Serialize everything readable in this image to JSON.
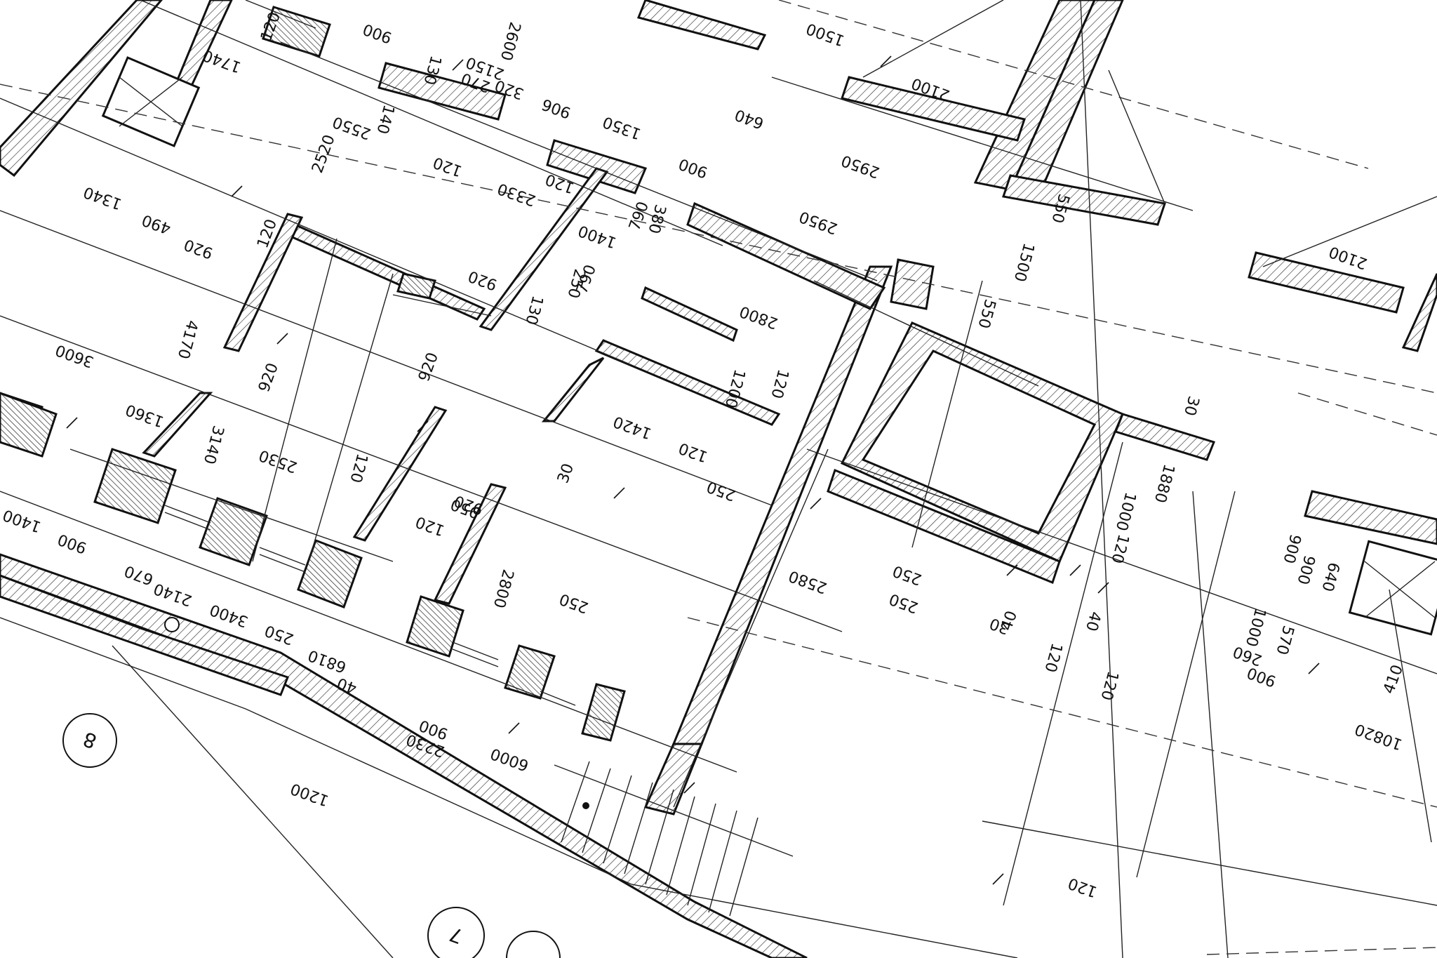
{
  "drawing": {
    "axis_labels": [
      "8",
      "7"
    ],
    "dimensions": [
      "900",
      "1740",
      "120",
      "2600",
      "1500",
      "2150",
      "320",
      "270",
      "906",
      "130",
      "640",
      "2100",
      "140",
      "2550",
      "2520",
      "1350",
      "2950",
      "120",
      "900",
      "2330",
      "120",
      "1340",
      "490",
      "920",
      "2950",
      "380",
      "790",
      "1400",
      "550",
      "1500",
      "2100",
      "120",
      "920",
      "250",
      "790",
      "130",
      "2800",
      "550",
      "3600",
      "4170",
      "920",
      "920",
      "1200",
      "120",
      "1420",
      "30",
      "120",
      "1360",
      "3140",
      "2530",
      "120",
      "920",
      "30",
      "250",
      "1880",
      "1000",
      "1400",
      "120",
      "950",
      "900",
      "670",
      "2140",
      "2800",
      "250",
      "2580",
      "250",
      "30",
      "120",
      "900",
      "900",
      "640",
      "3400",
      "250",
      "250",
      "40",
      "120",
      "40",
      "1000",
      "570",
      "6810",
      "40",
      "120",
      "260",
      "900",
      "410",
      "900",
      "2230",
      "6000",
      "10820",
      "1200",
      "120"
    ]
  }
}
